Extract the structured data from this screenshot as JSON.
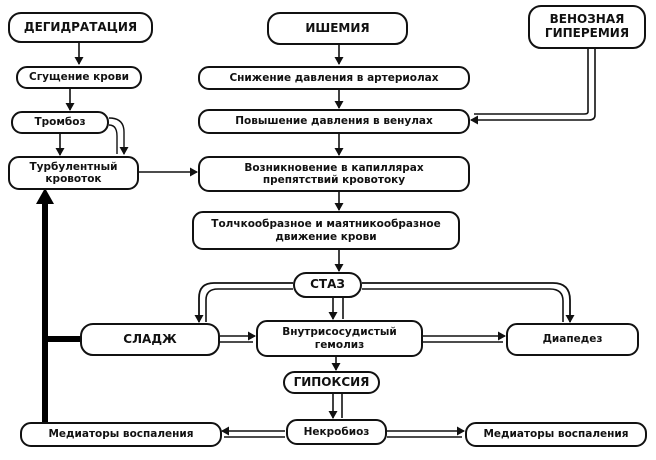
{
  "nodes": {
    "dehydration": "ДЕГИДРАТАЦИЯ",
    "ischemia": "ИШЕМИЯ",
    "venous_hyperemia": "ВЕНОЗНАЯ\nГИПЕРЕМИЯ",
    "blood_thickening": "Сгущение крови",
    "arteriole_pressure_drop": "Снижение давления в артериолах",
    "thrombosis": "Тромбоз",
    "venule_pressure_rise": "Повышение давления в венулах",
    "turbulent_flow": "Турбулентный\nкровоток",
    "capillary_obstacles": "Возникновение в капиллярах\nпрепятствий кровотоку",
    "jerky_pendulum_flow": "Толчкообразное и маятникообразное\nдвижение крови",
    "stasis": "СТАЗ",
    "sludge": "СЛАДЖ",
    "intravascular_hemolysis": "Внутрисосудистый\nгемолиз",
    "diapedesis": "Диапедез",
    "hypoxia": "ГИПОКСИЯ",
    "inflammation_mediators_left": "Медиаторы воспаления",
    "necrobiosis": "Некробиоз",
    "inflammation_mediators_right": "Медиаторы воспаления"
  }
}
